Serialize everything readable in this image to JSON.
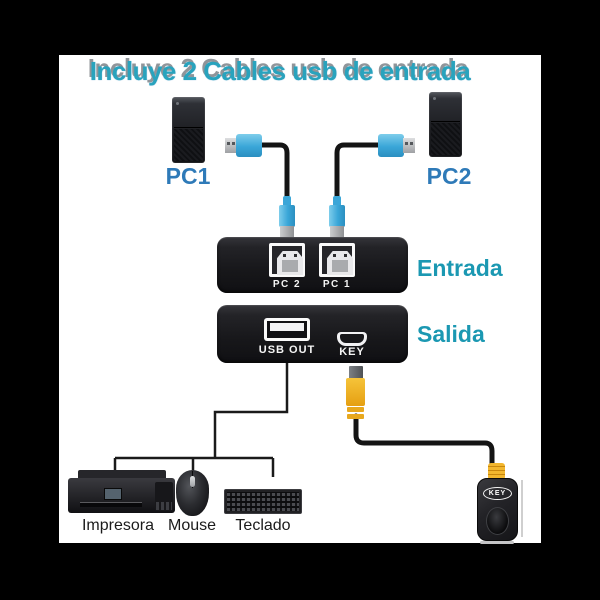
{
  "title": {
    "text": "Incluye 2 Cables usb de entrada"
  },
  "computers": {
    "pc1": "PC1",
    "pc2": "PC2"
  },
  "entrada": {
    "label": "Entrada",
    "ports": [
      "PC 2",
      "PC 1"
    ]
  },
  "salida": {
    "label": "Salida",
    "usb_out": "USB OUT",
    "key": "KEY"
  },
  "remote": {
    "label": "KEY"
  },
  "peripherals": {
    "printer": "Impresora",
    "mouse": "Mouse",
    "keyboard": "Teclado"
  },
  "colors": {
    "background": "#000000",
    "panel": "#FFFFFF",
    "title_teal": "#29A3BD",
    "pc_label_blue": "#2E7AB8",
    "io_label_teal": "#1B98B2",
    "usb_connector_blue": "#3AA6D8",
    "connector_yellow": "#EFB42C",
    "device_black": "#1C1C1F",
    "port_label_white": "#F5F5F5",
    "peripheral_label_black": "#1B1B1B"
  },
  "icons": {
    "pc_tower": "desktop-tower",
    "usb_a": "usb-a-connector",
    "usb_b": "usb-b-connector",
    "usb_out_port": "usb-a-port",
    "key_port": "micro-usb-port",
    "remote": "key-remote",
    "printer": "printer",
    "mouse": "mouse",
    "keyboard": "keyboard"
  }
}
